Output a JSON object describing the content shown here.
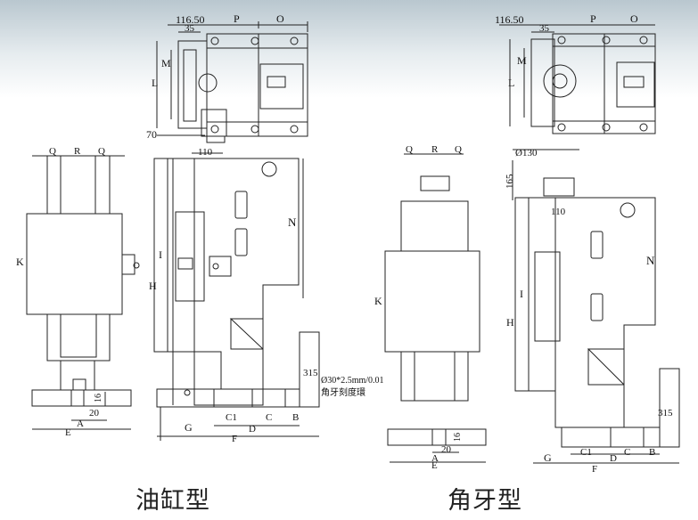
{
  "labels": {
    "d_116_50": "116.50",
    "d_35": "35",
    "P": "P",
    "O": "O",
    "M": "M",
    "L": "L",
    "d_70": "70",
    "Q": "Q",
    "R": "R",
    "K": "K",
    "I": "I",
    "H": "H",
    "N": "N",
    "d_110": "110",
    "d_20": "20",
    "d_16": "16",
    "A": "A",
    "E": "E",
    "G": "G",
    "C1": "C1",
    "C": "C",
    "B": "B",
    "D": "D",
    "F": "F",
    "d_315": "315",
    "d_130": "Ø130",
    "d_165": "165"
  },
  "notes": {
    "scale_ring_spec": "Ø30*2.5mm/0.01",
    "scale_ring_name": "角牙刻度環"
  },
  "captions": {
    "left": "油缸型",
    "right": "角牙型"
  }
}
